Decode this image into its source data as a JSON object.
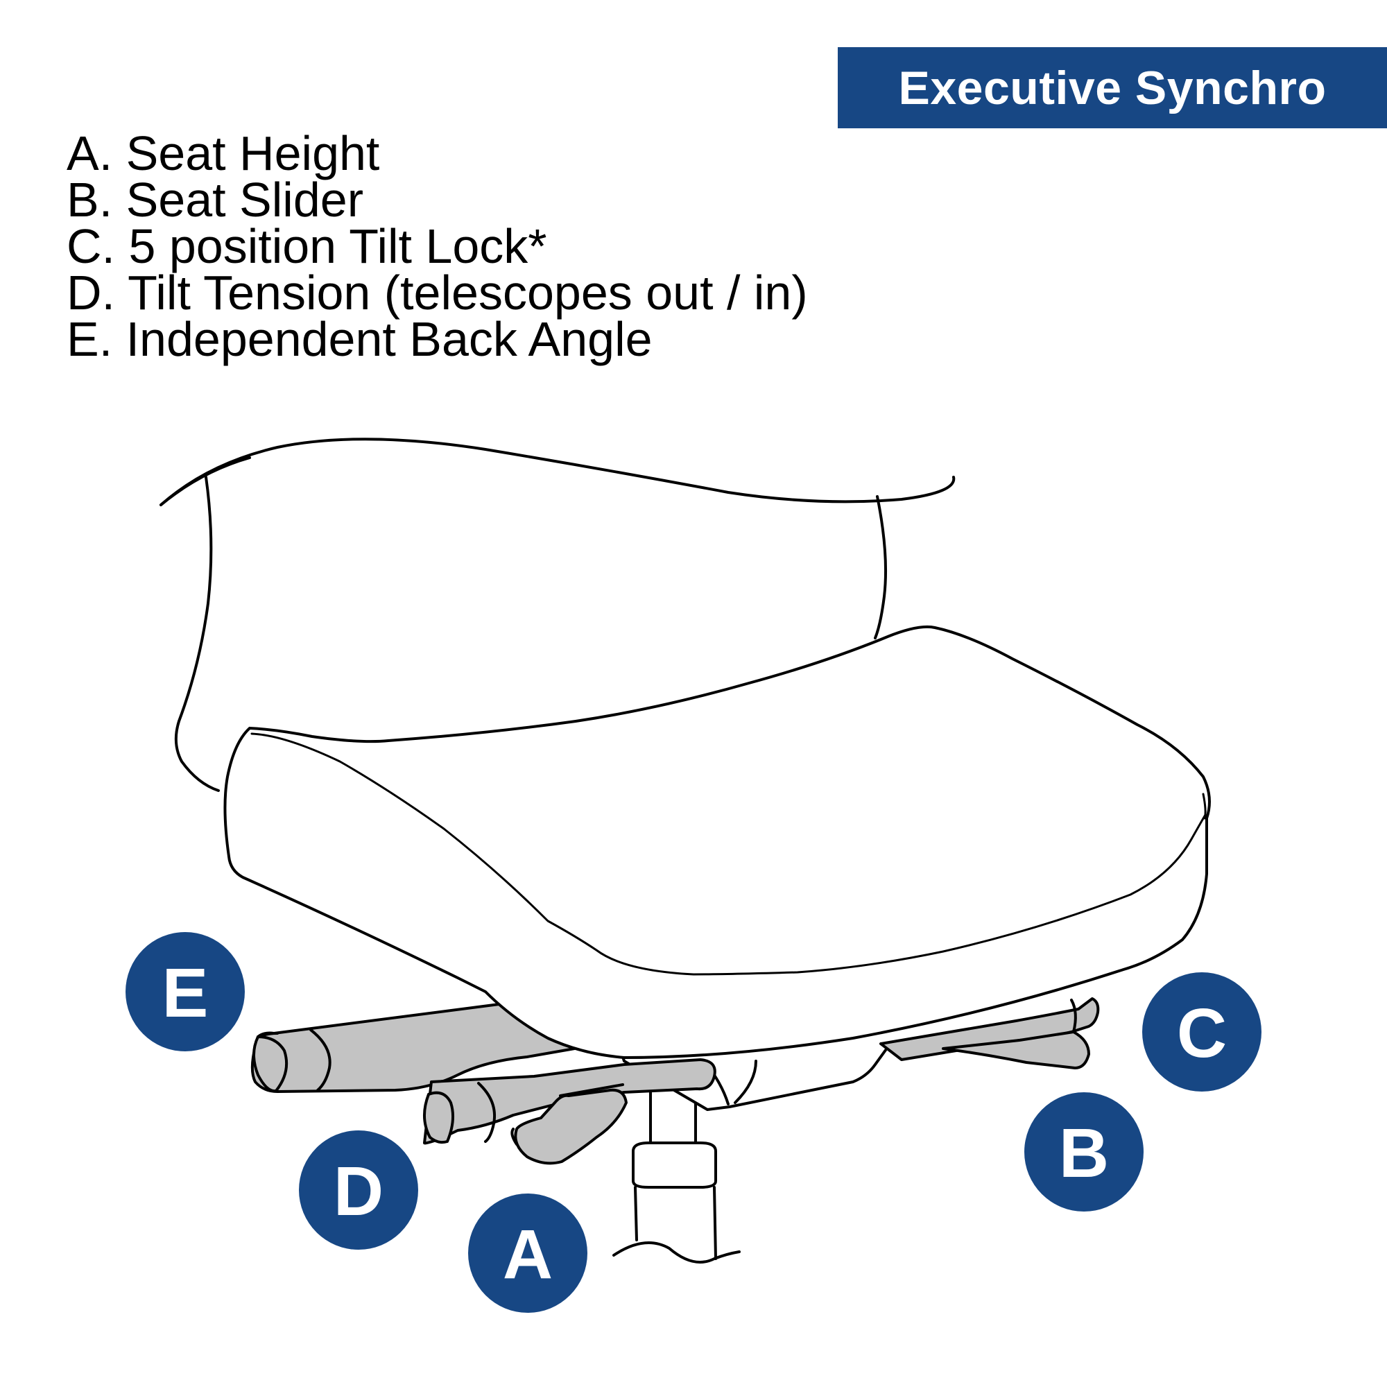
{
  "colors": {
    "brand": "#174784",
    "banner_text": "#ffffff",
    "lever_fill": "#c3c3c3",
    "outline": "#000000"
  },
  "title": "Executive Synchro",
  "legend": [
    {
      "key": "A",
      "text": "A. Seat Height"
    },
    {
      "key": "B",
      "text": "B. Seat Slider"
    },
    {
      "key": "C",
      "text": "C. 5 position Tilt Lock*"
    },
    {
      "key": "D",
      "text": "D. Tilt Tension (telescopes out / in)"
    },
    {
      "key": "E",
      "text": "E. Independent Back Angle"
    }
  ],
  "callouts": {
    "A": "A",
    "B": "B",
    "C": "C",
    "D": "D",
    "E": "E"
  }
}
